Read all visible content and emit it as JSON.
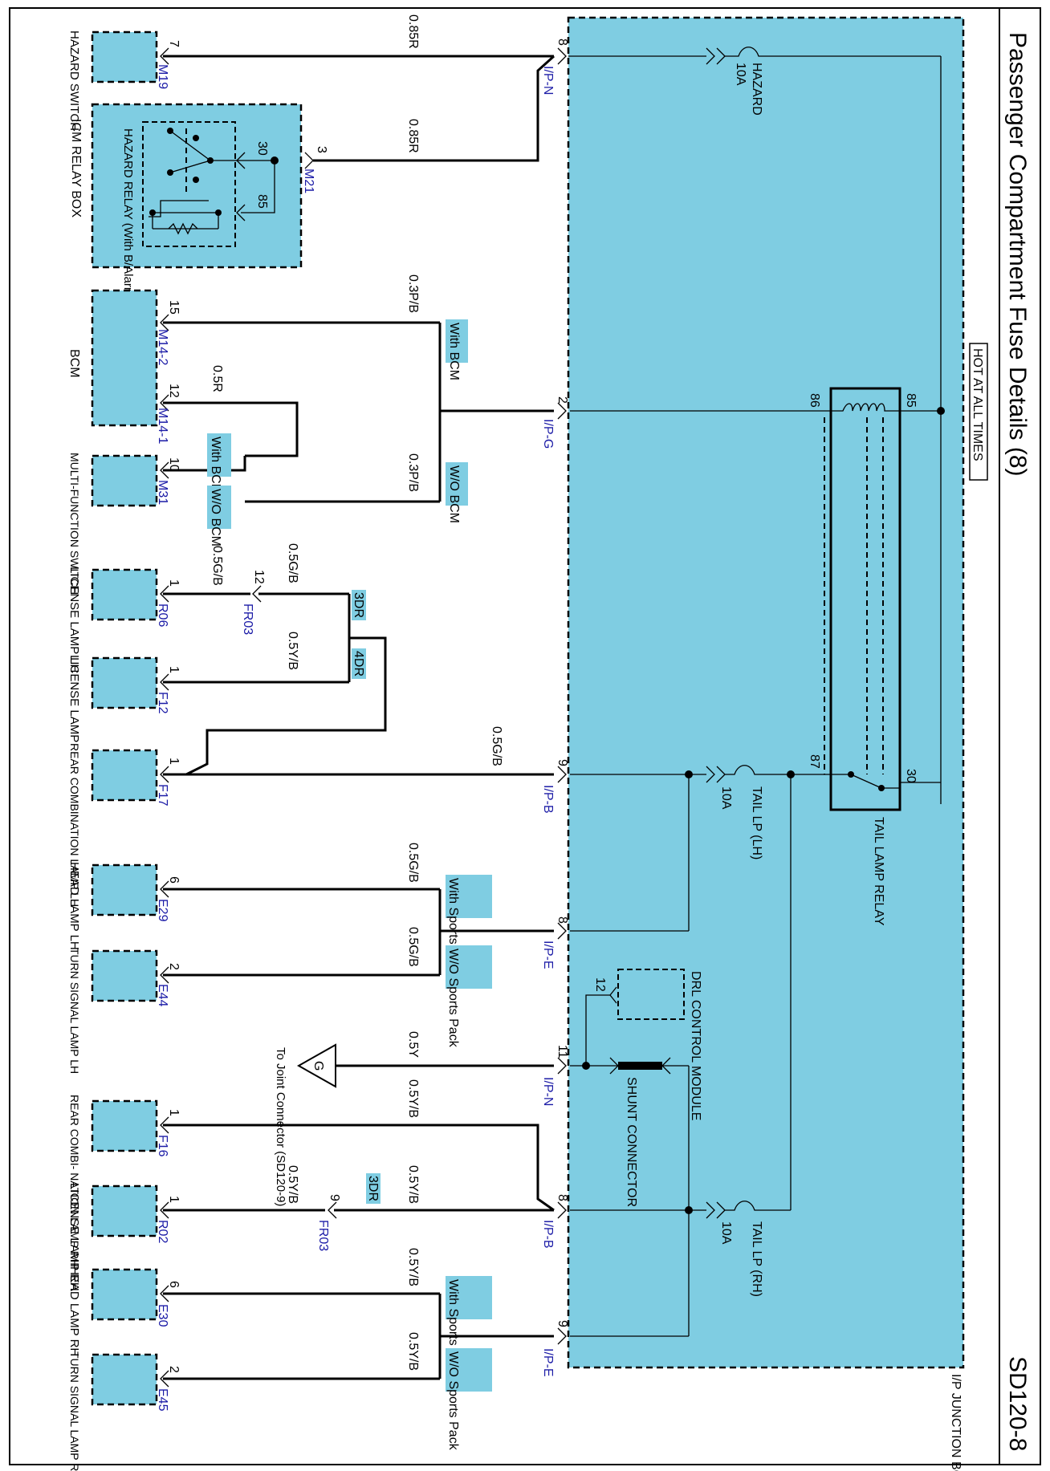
{
  "header": {
    "title": "Passenger Compartment Fuse Details (8)",
    "page_code": "SD120-8"
  },
  "colors": {
    "component_fill": "#7fcde2",
    "wire": "#000000",
    "connector_id": "#1a1aa6"
  },
  "junction_box": {
    "label": "I/P JUNCTION BOX",
    "hot_label": "HOT AT ALL TIMES",
    "fuses": [
      {
        "name": "HAZARD",
        "rating": "10A"
      },
      {
        "name": "TAIL LP (LH)",
        "rating": "10A"
      },
      {
        "name": "TAIL LP (RH)",
        "rating": "10A"
      }
    ],
    "relay": {
      "name": "TAIL LAMP RELAY",
      "pins": [
        "86",
        "85",
        "87",
        "30"
      ]
    },
    "shunt": "SHUNT CONNECTOR",
    "drl": {
      "name": "DRL CONTROL MODULE",
      "pin": "12"
    },
    "terminals": [
      {
        "conn": "I/P-N",
        "pin": "8"
      },
      {
        "conn": "I/P-G",
        "pin": "2"
      },
      {
        "conn": "I/P-B",
        "pin": "9"
      },
      {
        "conn": "I/P-E",
        "pin": "8"
      },
      {
        "conn": "I/P-N",
        "pin": "11"
      },
      {
        "conn": "I/P-B",
        "pin": "8"
      },
      {
        "conn": "I/P-E",
        "pin": "9"
      }
    ]
  },
  "hazard_relay": {
    "box_label": "ICM RELAY BOX",
    "relay_label": "HAZARD RELAY (With B/Alarm)",
    "pins": [
      "30",
      "85"
    ]
  },
  "components": [
    {
      "name": "HAZARD SWITCH",
      "pin": "7",
      "conn": "M19",
      "wire": "0.85R"
    },
    {
      "name": "ICM RELAY BOX",
      "pin": "3",
      "conn": "M21",
      "wire": "0.85R"
    },
    {
      "name": "BCM",
      "pin": "15",
      "conn": "M14-2",
      "wire": "0.3P/B"
    },
    {
      "name": "BCM",
      "pin": "12",
      "conn": "M14-1",
      "wire": "0.5R"
    },
    {
      "name": "MULTI-FUNCTION SWITCH",
      "pin": "10",
      "conn": "M31",
      "wire": "0.3P/B"
    },
    {
      "name": "LICENSE LAMP LH",
      "pin": "1",
      "conn": "R06",
      "wire": "0.5G/B"
    },
    {
      "name": "LICENSE LAMP",
      "pin": "1",
      "conn": "F12",
      "wire": "0.5Y/B"
    },
    {
      "name": "REAR COMBINATION LAMP LH",
      "pin": "1",
      "conn": "F17",
      "wire": "0.5G/B"
    },
    {
      "name": "HEAD LAMP LH",
      "pin": "6",
      "conn": "E29",
      "wire": "0.5G/B"
    },
    {
      "name": "TURN SIGNAL LAMP LH",
      "pin": "2",
      "conn": "E44",
      "wire": "0.5G/B"
    },
    {
      "name": "REAR COMBI- NATION LAMP RH",
      "pin": "1",
      "conn": "F16",
      "wire": "0.5Y/B"
    },
    {
      "name": "LICENSE LAMP RH",
      "pin": "1",
      "conn": "R02",
      "wire": "0.5Y/B"
    },
    {
      "name": "HEAD LAMP RH",
      "pin": "6",
      "conn": "E30",
      "wire": "0.5Y/B"
    },
    {
      "name": "TURN SIGNAL LAMP RH",
      "pin": "2",
      "conn": "E45",
      "wire": "0.5Y/B"
    }
  ],
  "inline": {
    "fr03_a": {
      "pin": "12",
      "conn": "FR03",
      "wire": "0.5G/B"
    },
    "fr03_b": {
      "pin": "9",
      "conn": "FR03",
      "wire": "0.5Y/B"
    }
  },
  "options": {
    "with_bcm": "With BCM",
    "wo_bcm": "W/O BCM",
    "dr3": "3DR",
    "dr4": "4DR",
    "with_sports": "With Sports Pack",
    "wo_sports": "W/O Sports Pack"
  },
  "ground_ref": {
    "symbol": "G",
    "text": "To Joint Connector (SD120-9)",
    "wire": "0.5Y"
  }
}
